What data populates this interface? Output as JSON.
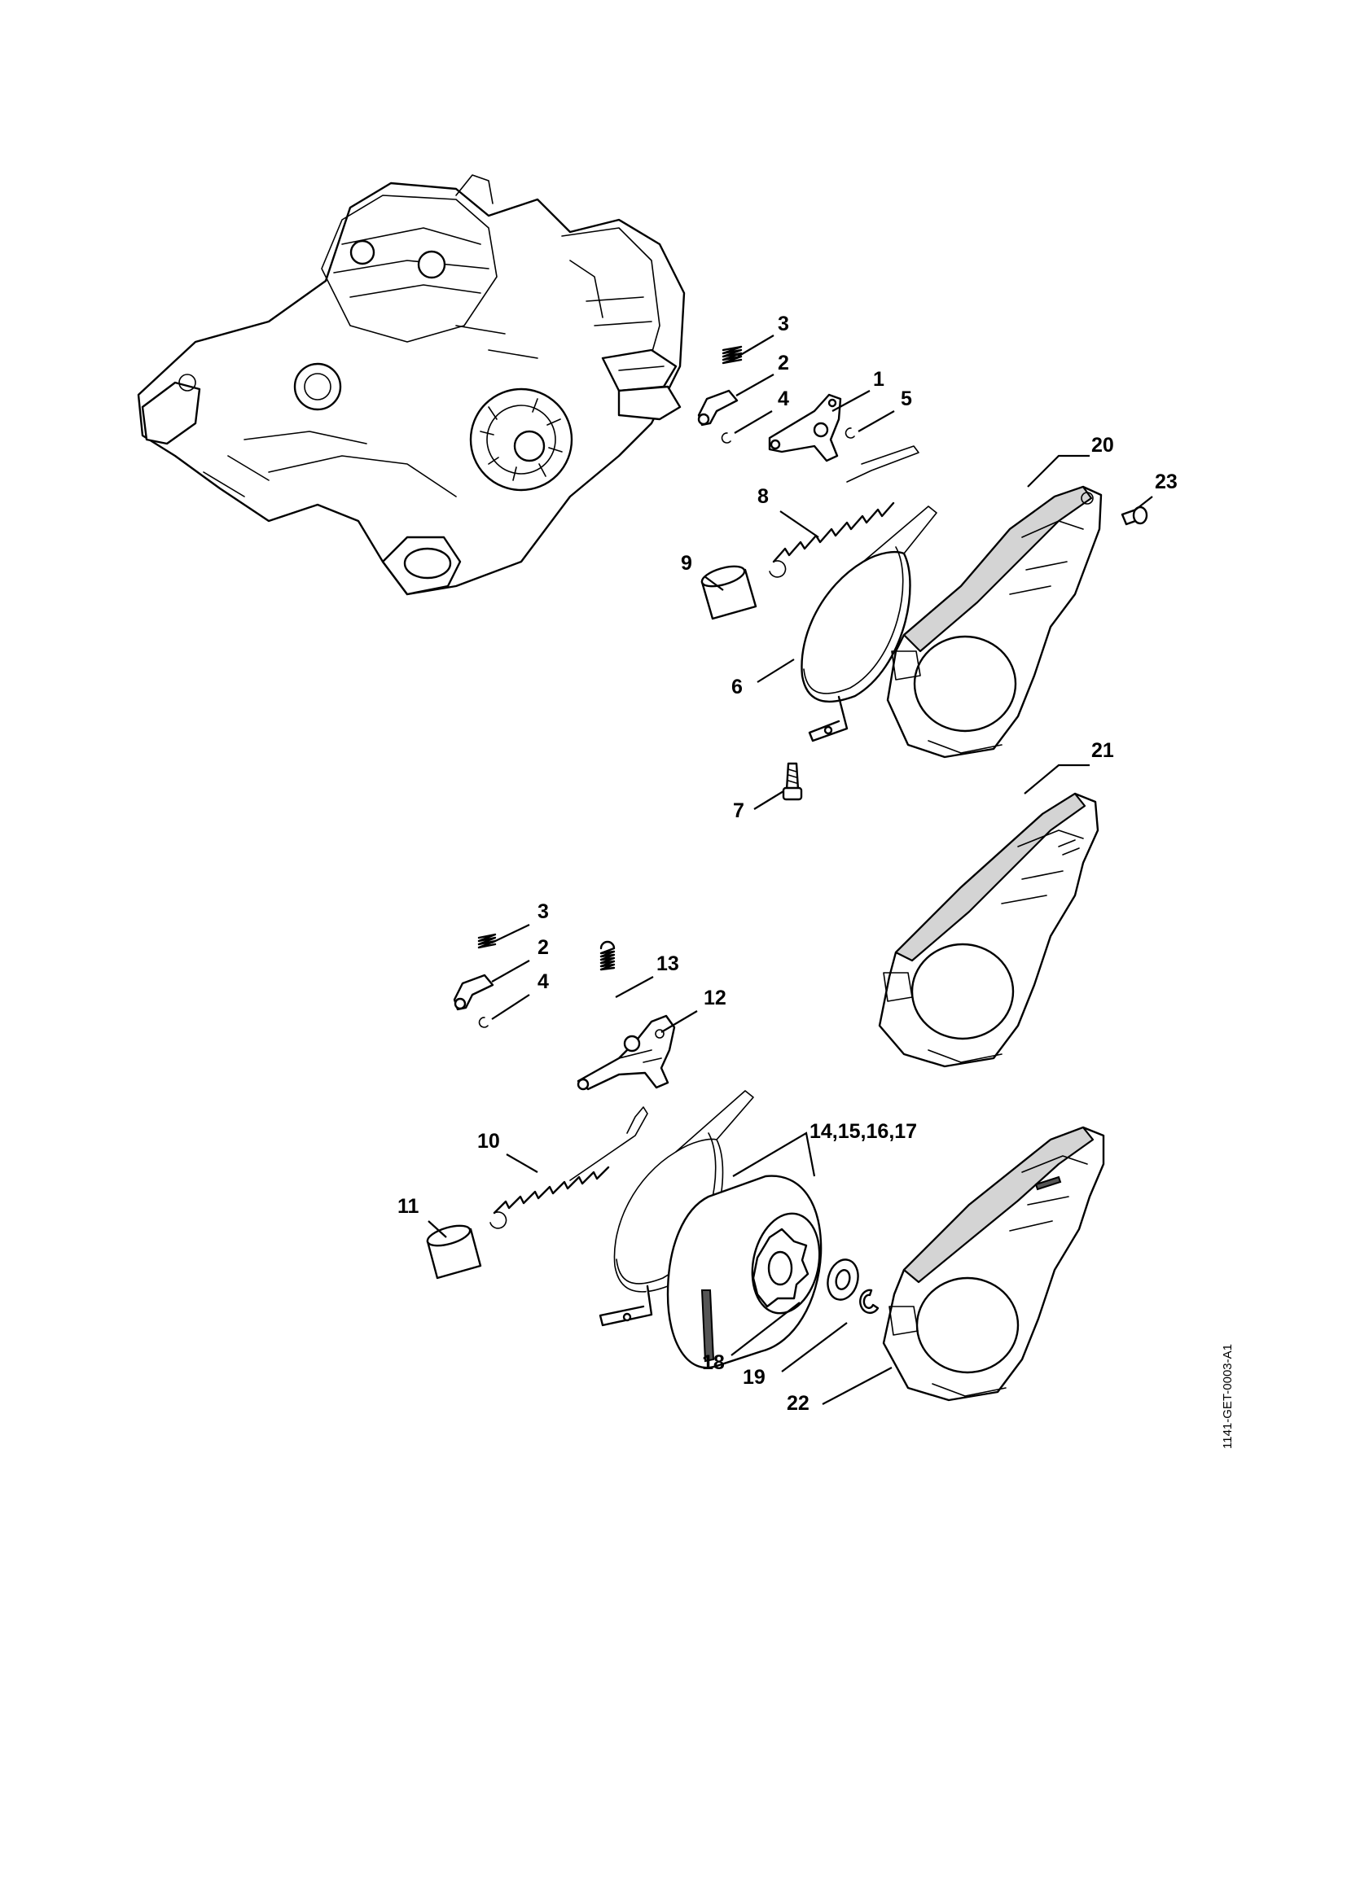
{
  "callouts": {
    "c1": "1",
    "c2a": "2",
    "c3a": "3",
    "c4a": "4",
    "c5": "5",
    "c6": "6",
    "c7": "7",
    "c8": "8",
    "c9": "9",
    "c20": "20",
    "c21": "21",
    "c23": "23",
    "c3b": "3",
    "c2b": "2",
    "c4b": "4",
    "c13": "13",
    "c12": "12",
    "c10": "10",
    "c11": "11",
    "c14_17": "14,15,16,17",
    "c18": "18",
    "c19": "19",
    "c22": "22"
  },
  "reference_code": "1141-GET-0003-A1"
}
